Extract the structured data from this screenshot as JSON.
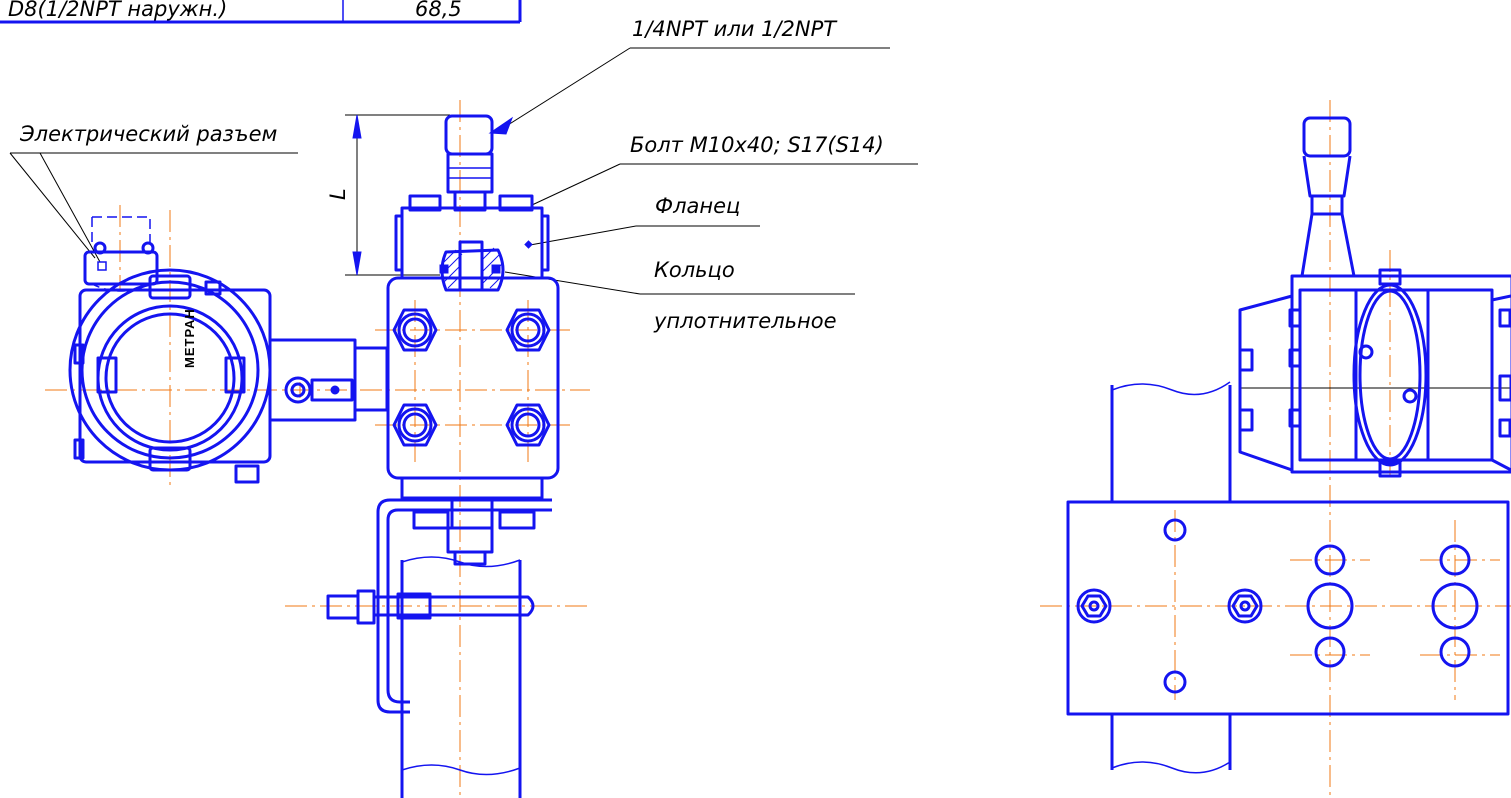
{
  "table": {
    "row_label": "D8(1/2NPT наружн.)",
    "row_value": "68,5"
  },
  "labels": {
    "thread": "1/4NPT или 1/2NPT",
    "connector": "Электрический разъем",
    "bolt": "Болт М10х40; S17(S14)",
    "flange": "Фланец",
    "ring_line1": "Кольцо",
    "ring_line2": "уплотнительное",
    "dimension_l": "L"
  },
  "brand": "МЕТРАН",
  "colors": {
    "outline": "#1414f0",
    "centerline": "#f07814",
    "leader": "#000000"
  }
}
